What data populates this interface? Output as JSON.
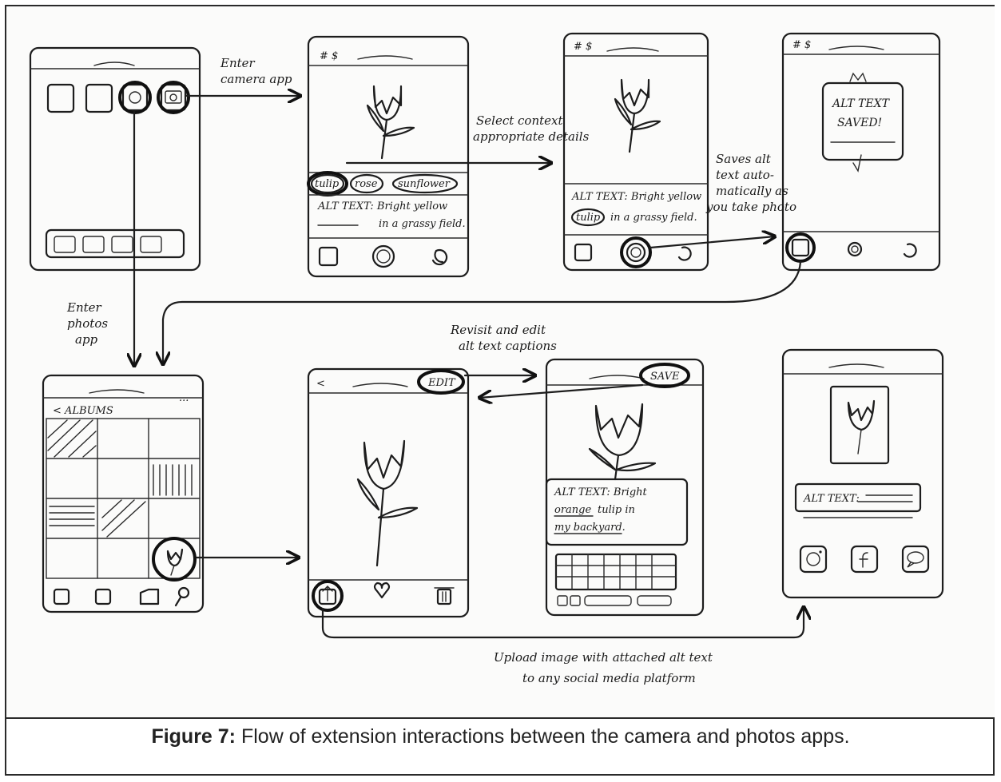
{
  "figure": {
    "label": "Figure 7:",
    "caption": "Flow of extension interactions between the camera and photos apps."
  },
  "annotations": {
    "enter_camera_line1": "Enter",
    "enter_camera_line2": "camera app",
    "select_details_line1": "Select context",
    "select_details_line2": "appropriate details",
    "saves_alt_line1": "Saves alt",
    "saves_alt_line2": "text auto-",
    "saves_alt_line3": "matically as",
    "saves_alt_line4": "you take photo",
    "enter_photos_line1": "Enter",
    "enter_photos_line2": "photos",
    "enter_photos_line3": "app",
    "revisit_line1": "Revisit and edit",
    "revisit_line2": "alt text captions",
    "upload_line1": "Upload image with attached alt text",
    "upload_line2": "to any social media platform"
  },
  "screens": {
    "camera": {
      "status": "# $",
      "chip_1": "tulip",
      "chip_2": "rose",
      "chip_3": "sunflower",
      "alt_line1": "ALT TEXT: Bright yellow",
      "alt_line2": "in a grassy field."
    },
    "camera_selected": {
      "status": "# $",
      "alt_line1": "ALT TEXT: Bright yellow",
      "chip": "tulip",
      "alt_line2": "in a grassy field."
    },
    "saved": {
      "status": "# $",
      "message_line1": "ALT TEXT",
      "message_line2": "SAVED!"
    },
    "albums": {
      "back_label": "< ALBUMS",
      "more": "..."
    },
    "photo_view": {
      "back": "<",
      "edit_label": "EDIT"
    },
    "edit_view": {
      "save_label": "SAVE",
      "alt_line1": "ALT TEXT: Bright",
      "alt_word_orange": "orange",
      "alt_line2": "tulip in",
      "alt_line3": "my backyard."
    },
    "share": {
      "alt_label": "ALT TEXT:"
    }
  }
}
